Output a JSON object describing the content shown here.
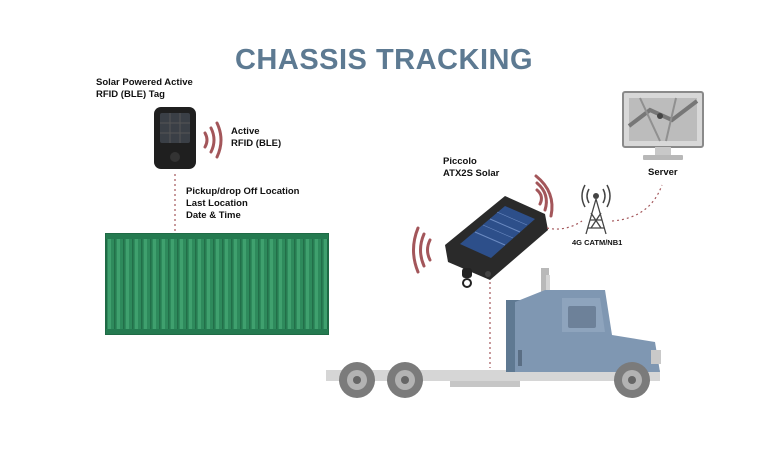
{
  "title": "CHASSIS TRACKING",
  "tag": {
    "label_line1": "Solar Powered Active",
    "label_line2": "RFID (BLE) Tag"
  },
  "ble": {
    "line1": "Active",
    "line2": "RFID (BLE)"
  },
  "location": {
    "line1": "Pickup/drop Off Location",
    "line2": "Last Location",
    "line3": "Date & Time"
  },
  "tracker": {
    "line1": "Piccolo",
    "line2": "ATX2S Solar"
  },
  "network": {
    "label": "4G CATM/NB1"
  },
  "server": {
    "label": "Server"
  },
  "colors": {
    "title": "#5d7a92",
    "signal_waves": "#a3565a",
    "dotted_line": "#a3565a",
    "container": "#2e8a5c",
    "truck_cab": "#7f97b2",
    "tower": "#444444"
  }
}
